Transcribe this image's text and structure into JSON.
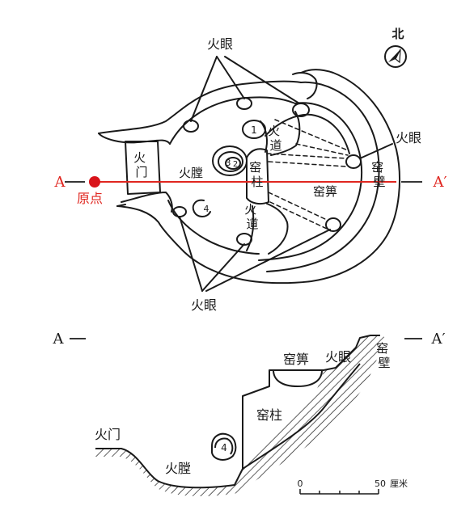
{
  "north_label": "北",
  "plan": {
    "fire_eye_top": "火眼",
    "fire_eye_right": "火眼",
    "fire_eye_bottom": "火眼",
    "fire_gate": "火门",
    "fire_chamber": "火膛",
    "fire_channel_upper": "火道",
    "fire_channel_lower": "火道",
    "kiln_pillar": "窑柱",
    "kiln_grate": "窑箅",
    "kiln_wall": "窑壁",
    "section_start": "A",
    "section_end": "A′",
    "origin_label": "原点",
    "pit_1": "1",
    "pit_3": "3",
    "pit_2": "2",
    "pit_4": "4"
  },
  "section": {
    "start": "A",
    "end": "A′",
    "kiln_grate": "窑箅",
    "fire_eye": "火眼",
    "kiln_wall": "窑壁",
    "kiln_pillar": "窑柱",
    "fire_gate": "火门",
    "fire_chamber": "火膛",
    "pit_4": "4"
  },
  "scale": {
    "zero": "0",
    "max": "50",
    "unit": "厘米"
  },
  "colors": {
    "ink": "#1a1a1a",
    "accent": "#e0261f",
    "origin": "#d9141b"
  }
}
